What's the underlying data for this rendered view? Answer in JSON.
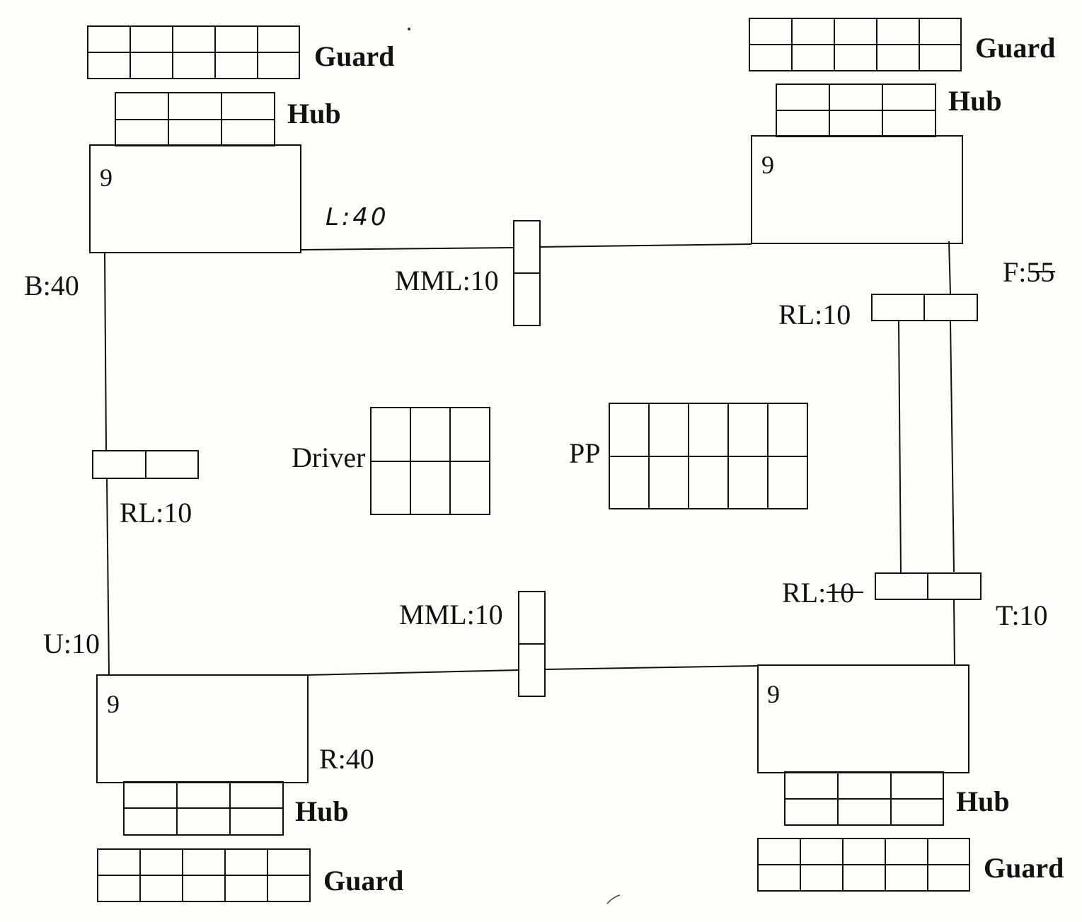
{
  "labels": {
    "guard": "Guard",
    "hub": "Hub",
    "nine": "9",
    "driver": "Driver",
    "pp": "PP",
    "l40": "L:40",
    "b40": "B:40",
    "mml10_top": "MML:10",
    "mml10_bottom": "MML:10",
    "f55": "F:55",
    "rl10_right_top": "RL:10",
    "rl10_left": "RL:10",
    "rl10_right_bottom": "RL:10",
    "t10": "T:10",
    "u10": "U:10",
    "r40": "R:40"
  }
}
